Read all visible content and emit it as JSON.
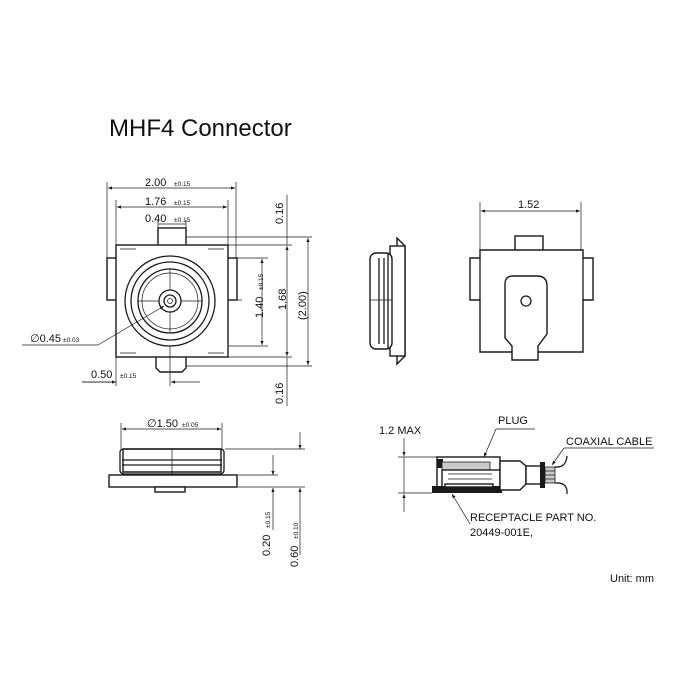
{
  "title": "MHF4 Connector",
  "unit_note": "Unit: mm",
  "dimensions": {
    "width": {
      "value": "2.00",
      "tol": "±0.15"
    },
    "inner_width": {
      "value": "1.76",
      "tol": "±0.15"
    },
    "tab_width": {
      "value": "0.40",
      "tol": "±0.15"
    },
    "top_gap": {
      "value": "0.16"
    },
    "bottom_gap": {
      "value": "0.16"
    },
    "height": {
      "value": "1.68"
    },
    "height_ref": {
      "value": "(2.00)"
    },
    "body_height": {
      "value": "1.40",
      "tol": "±0.15"
    },
    "center_dia": {
      "value": "∅0.45",
      "tol": "±0.03"
    },
    "offset": {
      "value": "0.50",
      "tol": "±0.15"
    },
    "side_width": {
      "value": "1.52"
    },
    "outer_dia": {
      "value": "∅1.50",
      "tol": "±0.05"
    },
    "base_height": {
      "value": "0.20",
      "tol": "±0.15"
    },
    "total_height": {
      "value": "0.60",
      "tol": "±0.10"
    }
  },
  "assembly": {
    "max_height": "1.2 MAX",
    "plug": "PLUG",
    "coaxial_cable": "COAXIAL CABLE",
    "receptacle_line1": "RECEPTACLE PART NO.",
    "receptacle_line2": "20449-001E,"
  }
}
